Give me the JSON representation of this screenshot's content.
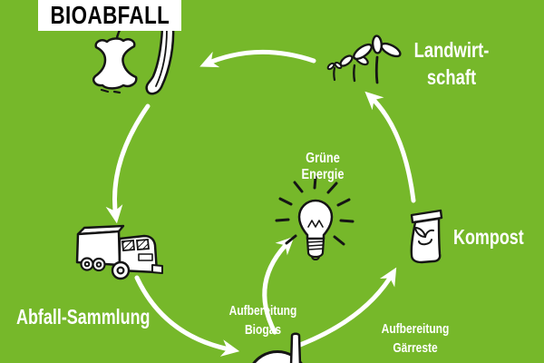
{
  "colors": {
    "background": "#76b82a",
    "arrow": "#ffffff",
    "sketch_ink": "#151515",
    "sketch_fill": "#ffffff",
    "label_text": "#ffffff",
    "title_text": "#000000",
    "title_background": "#ffffff"
  },
  "title": {
    "text": "BIOABFALL"
  },
  "stations": {
    "bioabfall": {
      "icon": "apple-core-banana-peel-icon"
    },
    "landwirtschaft": {
      "label_line1": "Landwirt-",
      "label_line2": "schaft",
      "icon": "plant-sprouts-icon"
    },
    "kompost": {
      "label": "Kompost",
      "icon": "compost-bag-icon"
    },
    "gruene_energie": {
      "label": "Grüne Energie",
      "icon": "lightbulb-icon"
    },
    "abfall_sammlung": {
      "label": "Abfall-Sammlung",
      "icon": "garbage-truck-icon"
    },
    "biogasanlage": {
      "icon": "biogas-plant-icon"
    }
  },
  "process_labels": {
    "aufbereitung_biogas": "Aufbereitung Biogas",
    "aufbereitung_gaerreste_line1": "Aufbereitung",
    "aufbereitung_gaerreste_line2": "Gärreste"
  }
}
